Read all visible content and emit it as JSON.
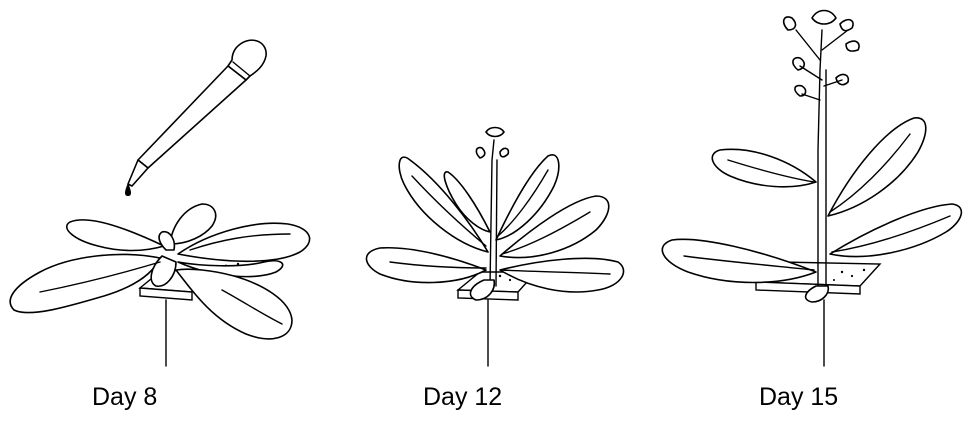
{
  "panels": [
    {
      "id": "day-8",
      "caption": "Day 8"
    },
    {
      "id": "day-12",
      "caption": "Day 12"
    },
    {
      "id": "day-15",
      "caption": "Day 15"
    }
  ],
  "icons": [
    "pipette-icon",
    "droplet-icon",
    "plant-rosette-icon",
    "plant-bolting-icon",
    "plant-flowering-icon"
  ]
}
